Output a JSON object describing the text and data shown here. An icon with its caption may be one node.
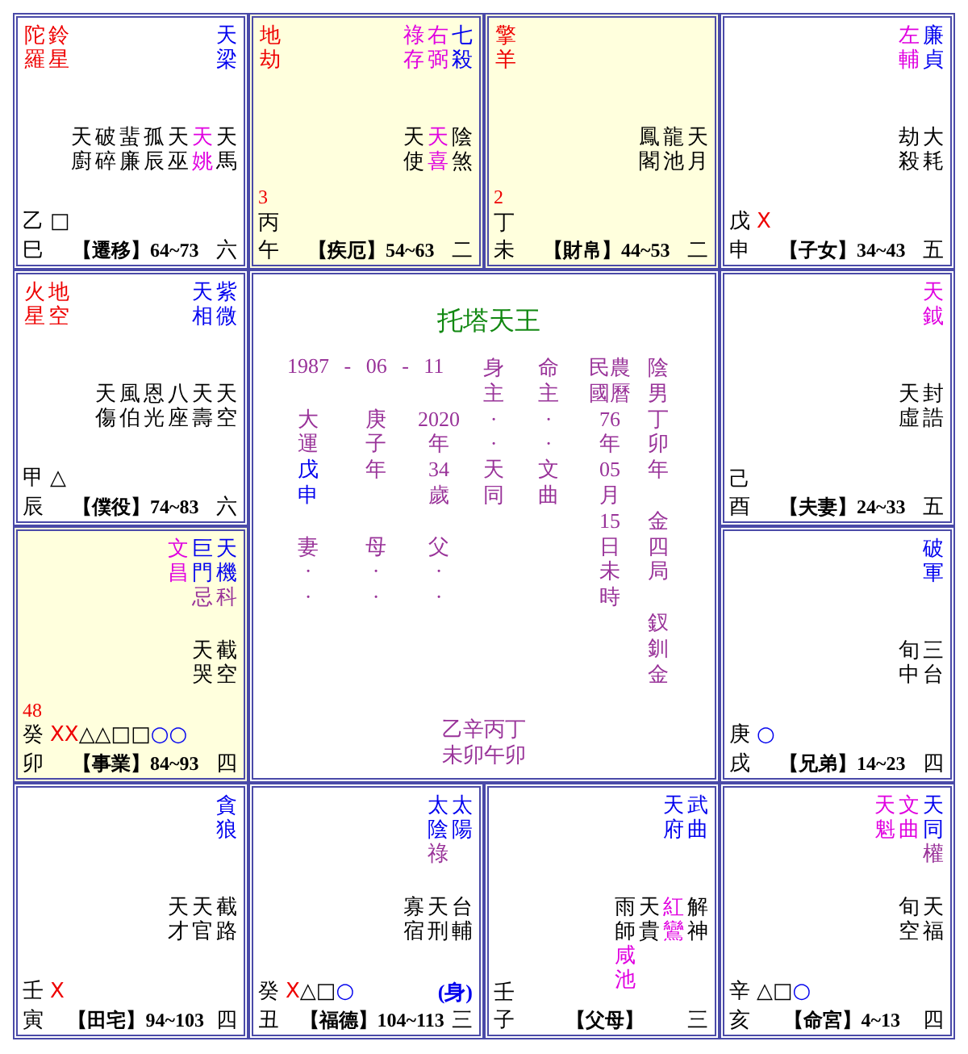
{
  "diagram": {
    "nodes": [
      {
        "text": [
          "天梁",
          "陀羅",
          "鈴星",
          "天馬",
          "天姚",
          "天巫",
          "孤辰",
          "蜚廉",
          "破碎",
          "天廚",
          "乙",
          "□",
          "巳",
          "【遷移】64~73",
          "六"
        ]
      },
      {
        "text": [
          "七殺",
          "右弼",
          "祿存",
          "地劫",
          "陰煞",
          "天喜",
          "天使",
          "3",
          "丙",
          "午",
          "【疾厄】54~63",
          "二"
        ]
      },
      {
        "text": [
          "擎羊",
          "天月",
          "龍池",
          "鳳閣",
          "2",
          "丁",
          "未",
          "【財帛】44~53",
          "二"
        ]
      },
      {
        "text": [
          "廉貞",
          "左輔",
          "大耗",
          "劫殺",
          "戊",
          "X",
          "申",
          "【子女】34~43",
          "五"
        ]
      },
      {
        "text": [
          "紫微",
          "天相",
          "火星",
          "地空",
          "天空",
          "天壽",
          "八座",
          "恩光",
          "風伯",
          "天傷",
          "甲",
          "△",
          "辰",
          "【僕役】74~83",
          "六"
        ]
      },
      {
        "text": [
          "托塔天王",
          "1987 - 06 - 11",
          "大運",
          "戊申",
          "妻··",
          "庚子年",
          "母··",
          "2020年34歲",
          "父··",
          "身主··天同",
          "命主··文曲",
          "民農國曆76年05月15日未時",
          "陰男丁卯年",
          "金四局",
          "釵釧金",
          "乙辛丙丁未卯午卯"
        ]
      },
      {
        "text": [
          "天鉞",
          "封誥",
          "天虛",
          "己",
          "酉",
          "【夫妻】24~33",
          "五"
        ]
      },
      {
        "text": [
          "天機",
          "科",
          "巨門",
          "忌",
          "文昌",
          "截空",
          "天哭",
          "48",
          "癸",
          "XX",
          "△△□□",
          "○○",
          "卯",
          "【事業】84~93",
          "四"
        ]
      },
      {
        "text": [
          "破軍",
          "三台",
          "旬中",
          "庚",
          "○",
          "戌",
          "【兄弟】14~23",
          "四"
        ]
      },
      {
        "text": [
          "貪狼",
          "截路",
          "天官",
          "天才",
          "壬",
          "X",
          "寅",
          "【田宅】94~103",
          "四"
        ]
      },
      {
        "text": [
          "太陽",
          "太陰",
          "祿",
          "台輔",
          "天刑",
          "寡宿",
          "癸",
          "X",
          "△□",
          "○",
          "(身)",
          "丑",
          "【福德】104~113",
          "三"
        ]
      },
      {
        "text": [
          "武曲",
          "天府",
          "解神",
          "紅鸞",
          "天貴",
          "雨師",
          "咸池",
          "壬",
          "子",
          "【父母】",
          "三"
        ]
      },
      {
        "text": [
          "天同",
          "權",
          "文曲",
          "天魁",
          "天福",
          "旬空",
          "辛",
          "△□",
          "○",
          "亥",
          "【命宮】4~13",
          "四"
        ]
      }
    ]
  }
}
